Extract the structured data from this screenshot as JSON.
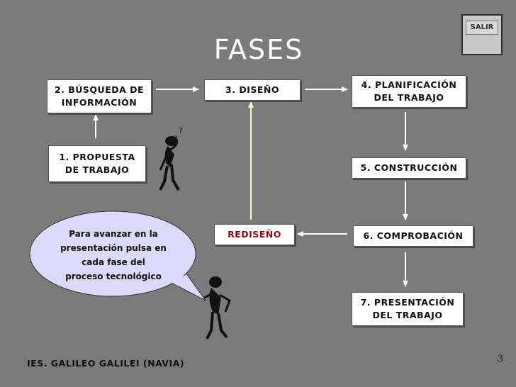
{
  "title": "FASES",
  "salir_label": "SALIR",
  "phases": {
    "propuesta": "1. PROPUESTA\nDE TRABAJO",
    "busqueda": "2. BÚSQUEDA DE\nINFORMACIÓN",
    "diseno": "3. DISEÑO",
    "planificacion": "4. PLANIFICACIÓN\nDEL TRABAJO",
    "construccion": "5. CONSTRUCCIÓN",
    "comprobacion": "6. COMPROBACIÓN",
    "presentacion": "7. PRESENTACIÓN\nDEL TRABAJO",
    "rediseno": "REDISEÑO"
  },
  "speech_bubble": "Para avanzar en la\npresentación pulsa en\ncada fase del\nproceso tecnológico",
  "footer": "IES. GALILEO GALILEI (NAVIA)",
  "page_number": "3",
  "colors": {
    "background": "#7b7b7b",
    "arrow": "#ffffff",
    "rediseno_text": "#8a0f0f",
    "bubble": "#ddd9f8"
  }
}
